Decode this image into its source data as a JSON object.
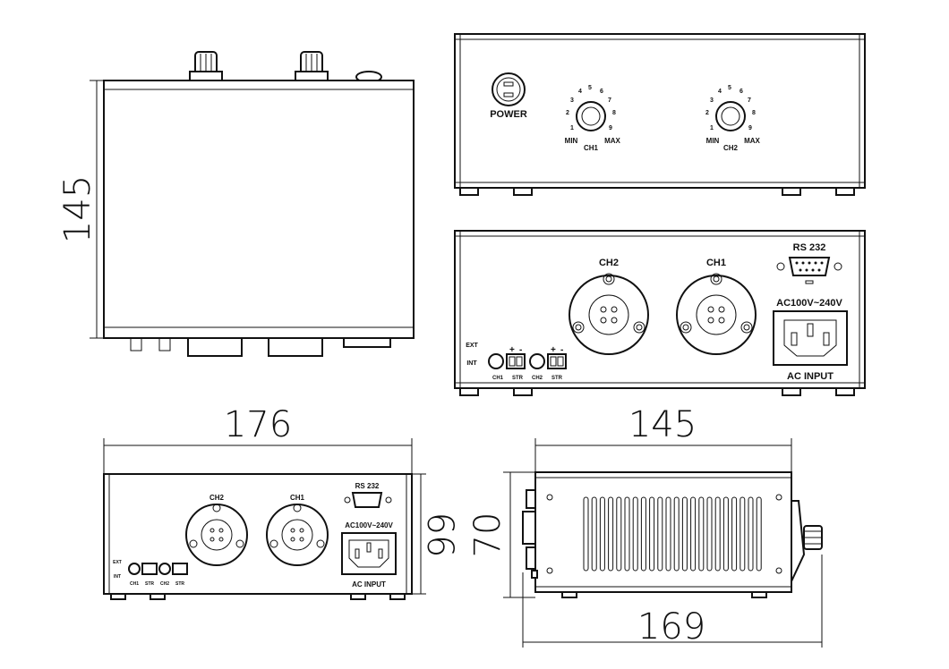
{
  "dimensions": {
    "top_depth": "145",
    "width": "176",
    "side_depth": "145",
    "height_panel": "66",
    "height_total": "70",
    "depth_total": "169"
  },
  "front_panel": {
    "power": "POWER",
    "ch1": "CH1",
    "ch2": "CH2",
    "min": "MIN",
    "max": "MAX",
    "scale": [
      "1",
      "2",
      "3",
      "4",
      "5",
      "6",
      "7",
      "8",
      "9"
    ]
  },
  "rear_panel": {
    "ch2": "CH2",
    "ch1": "CH1",
    "rs232": "RS 232",
    "ac_voltage": "AC100V~240V",
    "ac_input": "AC INPUT",
    "plus": "+",
    "minus": "-",
    "str": "STR",
    "ext": "EXT",
    "int": "INT"
  }
}
